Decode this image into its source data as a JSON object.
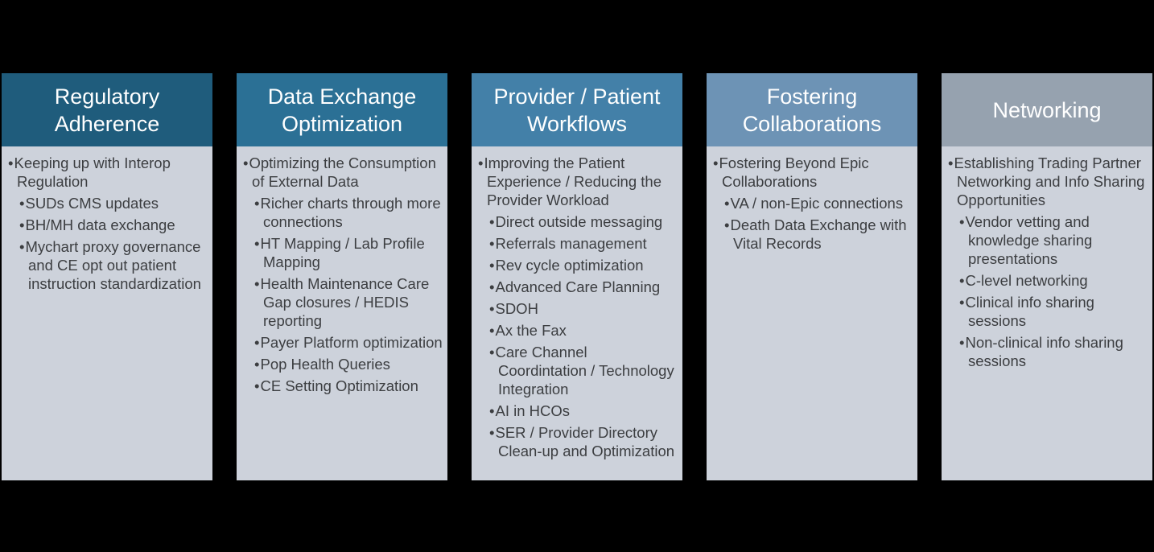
{
  "page": {
    "background_color": "#000000",
    "body_background_color": "#cdd2db",
    "body_text_color": "#3c3e41",
    "header_text_color": "#ffffff"
  },
  "columns": [
    {
      "id": "column-regulatory-adherence",
      "title": "Regulatory Adherence",
      "header_color": "#1f5c7c",
      "items": [
        {
          "level": 1,
          "text": "Keeping up with Interop Regulation"
        },
        {
          "level": 2,
          "text": "SUDs CMS updates"
        },
        {
          "level": 2,
          "text": "BH/MH data exchange"
        },
        {
          "level": 2,
          "text": "Mychart proxy governance and CE opt out patient instruction standardization"
        }
      ]
    },
    {
      "id": "column-data-exchange-optimization",
      "title": "Data Exchange Optimization",
      "header_color": "#2b7095",
      "items": [
        {
          "level": 1,
          "text": "Optimizing the Consumption of External Data"
        },
        {
          "level": 2,
          "text": "Richer charts through more connections"
        },
        {
          "level": 2,
          "text": "HT Mapping / Lab Profile Mapping"
        },
        {
          "level": 2,
          "text": "Health Maintenance Care Gap closures / HEDIS reporting"
        },
        {
          "level": 2,
          "text": "Payer Platform optimization"
        },
        {
          "level": 2,
          "text": "Pop Health Queries"
        },
        {
          "level": 2,
          "text": "CE Setting Optimization"
        }
      ]
    },
    {
      "id": "column-provider-patient-workflows",
      "title": "Provider / Patient Workflows",
      "header_color": "#4380a8",
      "items": [
        {
          "level": 1,
          "text": "Improving the Patient Experience / Reducing the Provider Workload"
        },
        {
          "level": 2,
          "text": "Direct outside messaging"
        },
        {
          "level": 2,
          "text": "Referrals management"
        },
        {
          "level": 2,
          "text": "Rev cycle optimization"
        },
        {
          "level": 2,
          "text": "Advanced Care Planning"
        },
        {
          "level": 2,
          "text": "SDOH"
        },
        {
          "level": 2,
          "text": "Ax the Fax"
        },
        {
          "level": 2,
          "text": "Care Channel Coordintation / Technology Integration"
        },
        {
          "level": 2,
          "text": "AI in HCOs"
        },
        {
          "level": 2,
          "text": "SER / Provider Directory Clean-up and Optimization"
        }
      ]
    },
    {
      "id": "column-fostering-collaborations",
      "title": "Fostering Collaborations",
      "header_color": "#6d93b5",
      "items": [
        {
          "level": 1,
          "text": "Fostering Beyond Epic Collaborations"
        },
        {
          "level": 2,
          "text": "VA / non-Epic connections"
        },
        {
          "level": 2,
          "text": "Death Data Exchange with Vital Records"
        }
      ]
    },
    {
      "id": "column-networking",
      "title": "Networking",
      "header_color": "#96a2af",
      "items": [
        {
          "level": 1,
          "text": "Establishing Trading Partner Networking and Info Sharing Opportunities"
        },
        {
          "level": 2,
          "text": "Vendor vetting and knowledge sharing presentations"
        },
        {
          "level": 2,
          "text": "C-level networking"
        },
        {
          "level": 2,
          "text": "Clinical info sharing sessions"
        },
        {
          "level": 2,
          "text": "Non-clinical info sharing sessions"
        }
      ]
    }
  ]
}
